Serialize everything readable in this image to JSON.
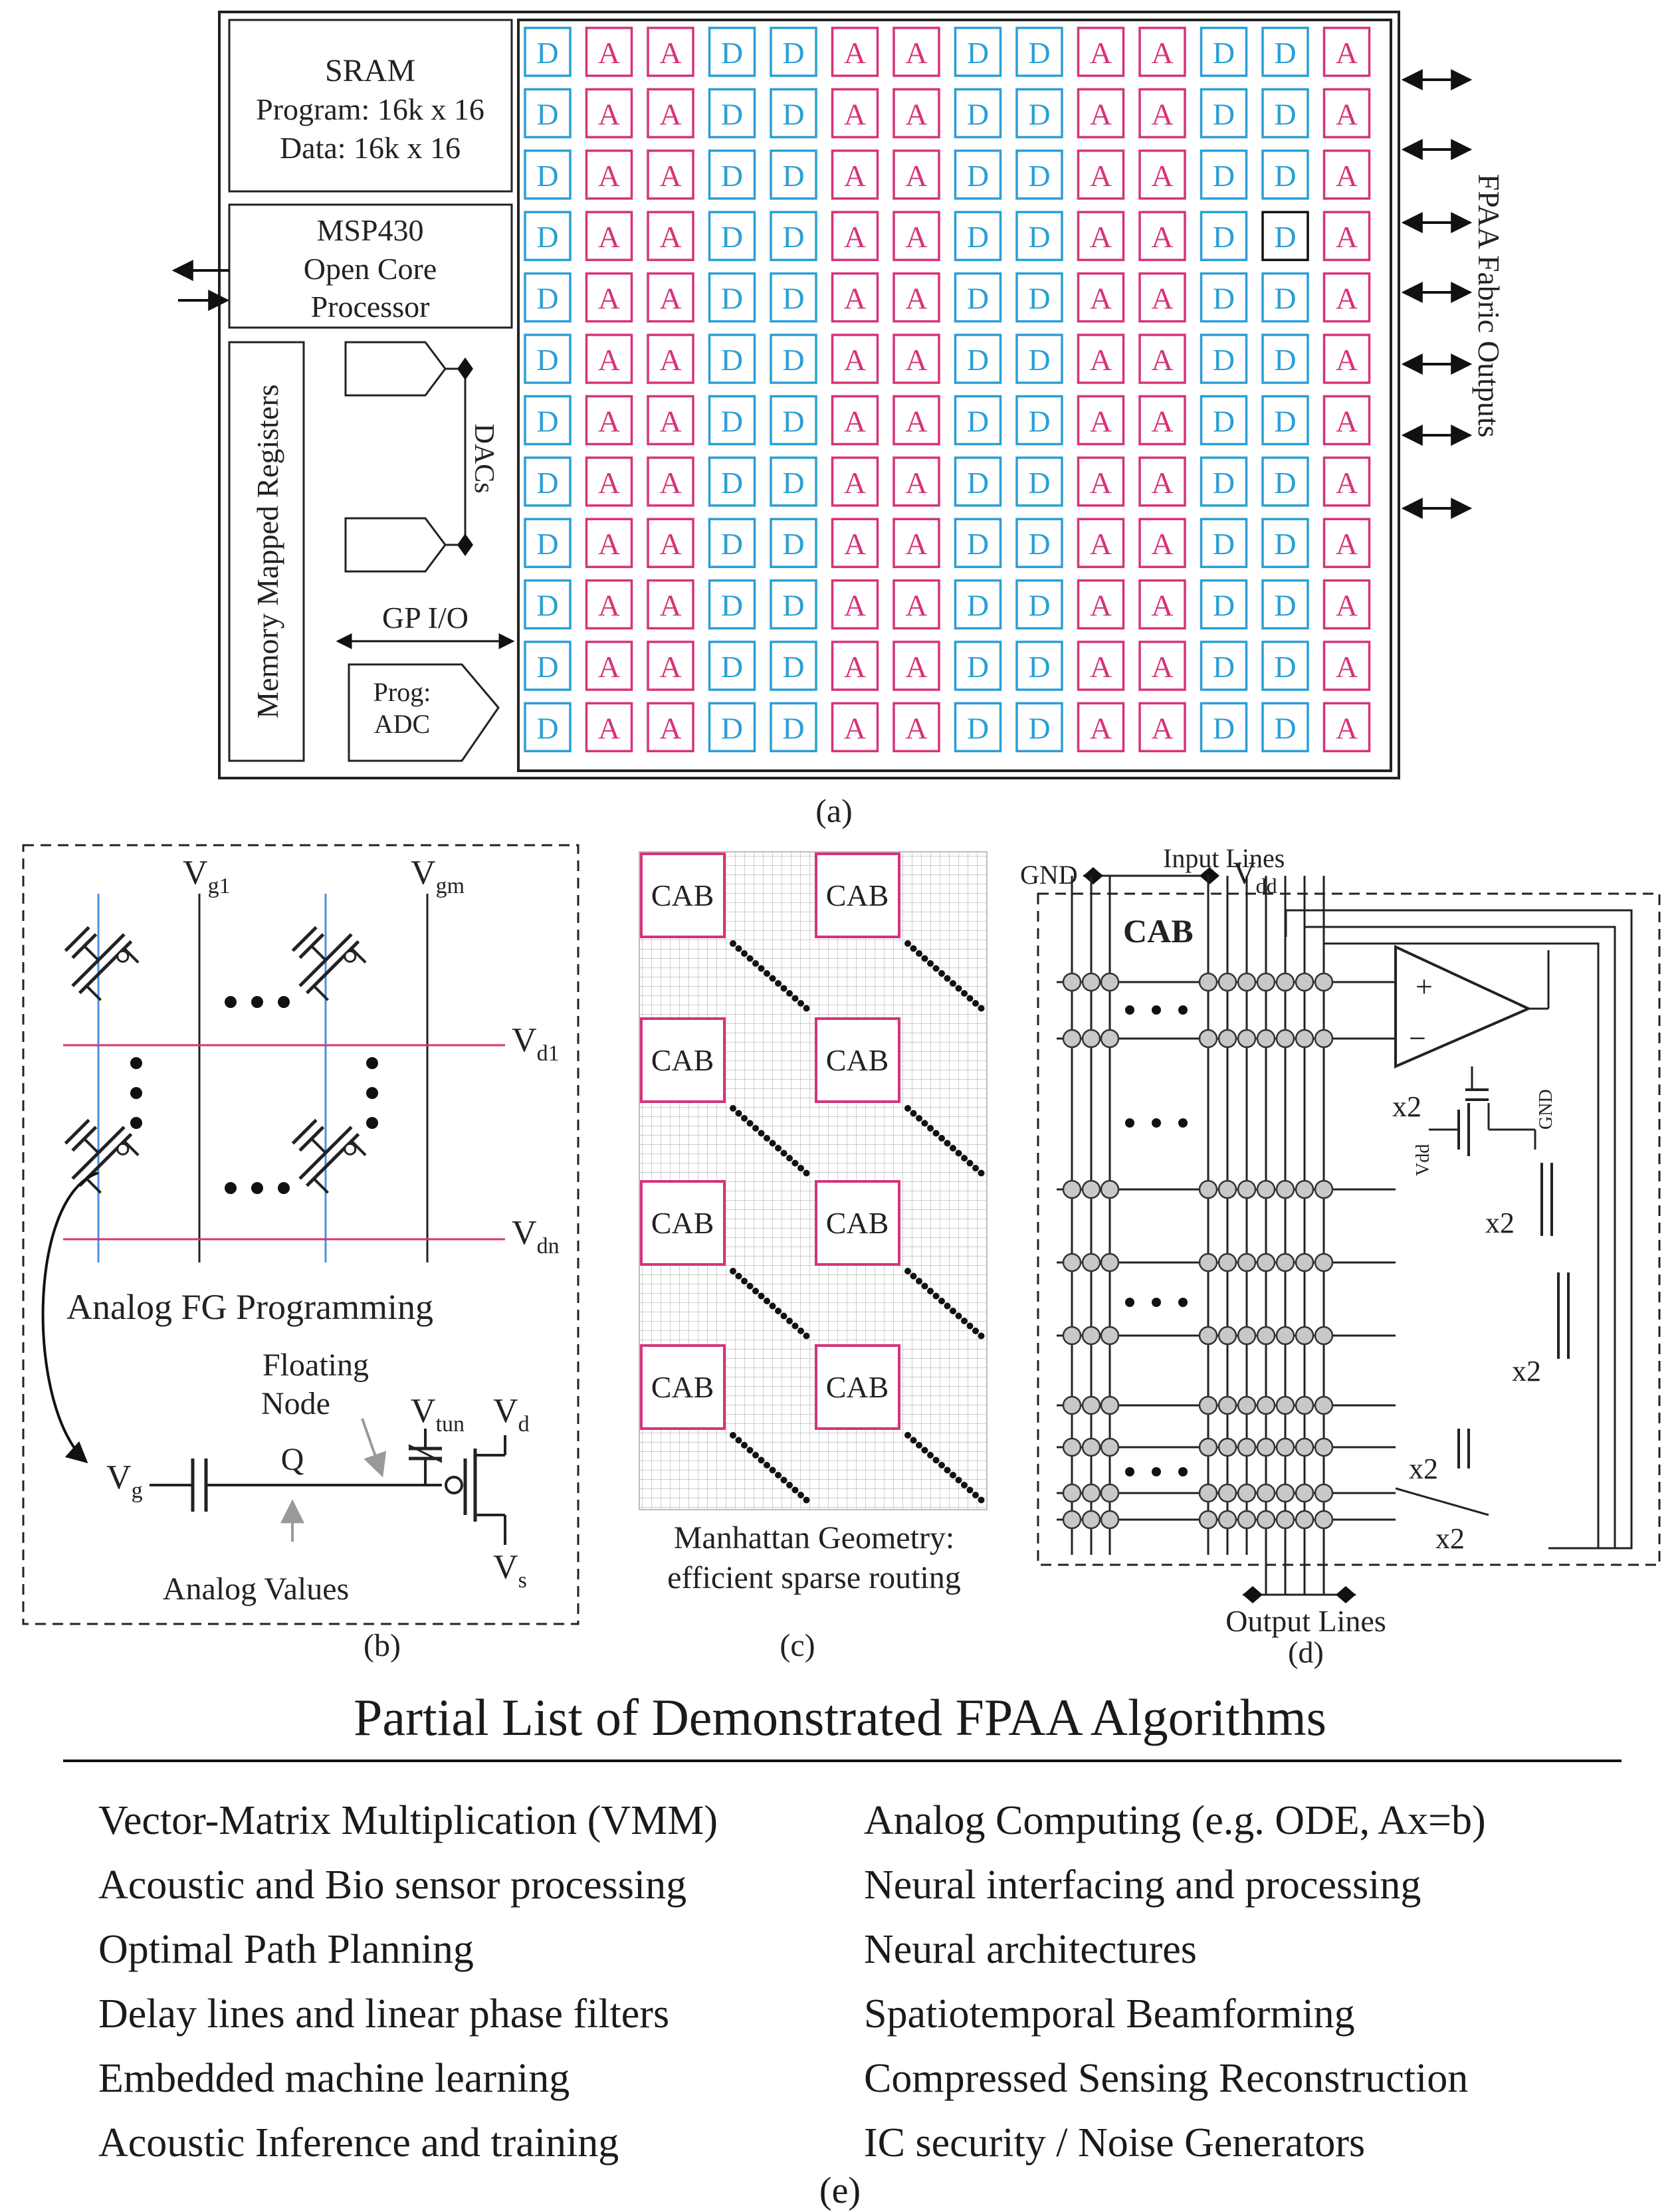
{
  "panel_a": {
    "sram_title": "SRAM",
    "sram_program": "Program: 16k x 16",
    "sram_data": "Data: 16k x 16",
    "cpu_line1": "MSP430",
    "cpu_line2": "Open Core",
    "cpu_line3": "Processor",
    "registers_label": "Memory Mapped Registers",
    "dacs_label": "DACs",
    "gpio_label": "GP I/O",
    "adc_line1": "Prog:",
    "adc_line2": "ADC",
    "fabric_label": "FPAA Fabric Outputs",
    "caption": "(a)",
    "grid_columns": [
      "D",
      "A",
      "A",
      "D",
      "D",
      "A",
      "A",
      "D",
      "D",
      "A",
      "A",
      "D",
      "D",
      "A"
    ],
    "grid_rows": 12,
    "highlight_cell": {
      "row": 4,
      "col": 13
    },
    "digital_color": "#2a9fd6",
    "analog_color": "#d6337a"
  },
  "panel_b": {
    "vg1_main": "V",
    "vg1_sub": "g1",
    "vgm_main": "V",
    "vgm_sub": "gm",
    "vd1_main": "V",
    "vd1_sub": "d1",
    "vdn_main": "V",
    "vdn_sub": "dn",
    "title": "Analog FG Programming",
    "floating_line1": "Floating",
    "floating_line2": "Node",
    "vtun_main": "V",
    "vtun_sub": "tun",
    "vd_main": "V",
    "vd_sub": "d",
    "vg_main": "V",
    "vg_sub": "g",
    "q_label": "Q",
    "vs_main": "V",
    "vs_sub": "s",
    "analog_values": "Analog Values",
    "caption": "(b)"
  },
  "panel_c": {
    "cab_label": "CAB",
    "caption_line1": "Manhattan Geometry:",
    "caption_line2": "efficient sparse routing",
    "caption": "(c)"
  },
  "panel_d": {
    "gnd_label": "GND",
    "input_lines": "Input Lines",
    "vdd_main": "V",
    "vdd_sub": "dd",
    "cab_title": "CAB",
    "plus": "+",
    "minus": "−",
    "x2": "x2",
    "vdd_small": "Vdd",
    "gnd_small": "GND",
    "output_lines": "Output Lines",
    "caption": "(d)"
  },
  "panel_e": {
    "title": "Partial List of Demonstrated FPAA Algorithms",
    "left_items": [
      "Vector-Matrix Multiplication (VMM)",
      "Acoustic and Bio sensor processing",
      "Optimal Path Planning",
      "Delay lines and linear phase filters",
      "Embedded machine learning",
      "Acoustic Inference and training"
    ],
    "right_items": [
      "Analog Computing (e.g. ODE, Ax=b)",
      "Neural interfacing and processing",
      "Neural architectures",
      "Spatiotemporal Beamforming",
      "Compressed Sensing Reconstruction",
      "IC security / Noise Generators"
    ],
    "caption": "(e)"
  }
}
